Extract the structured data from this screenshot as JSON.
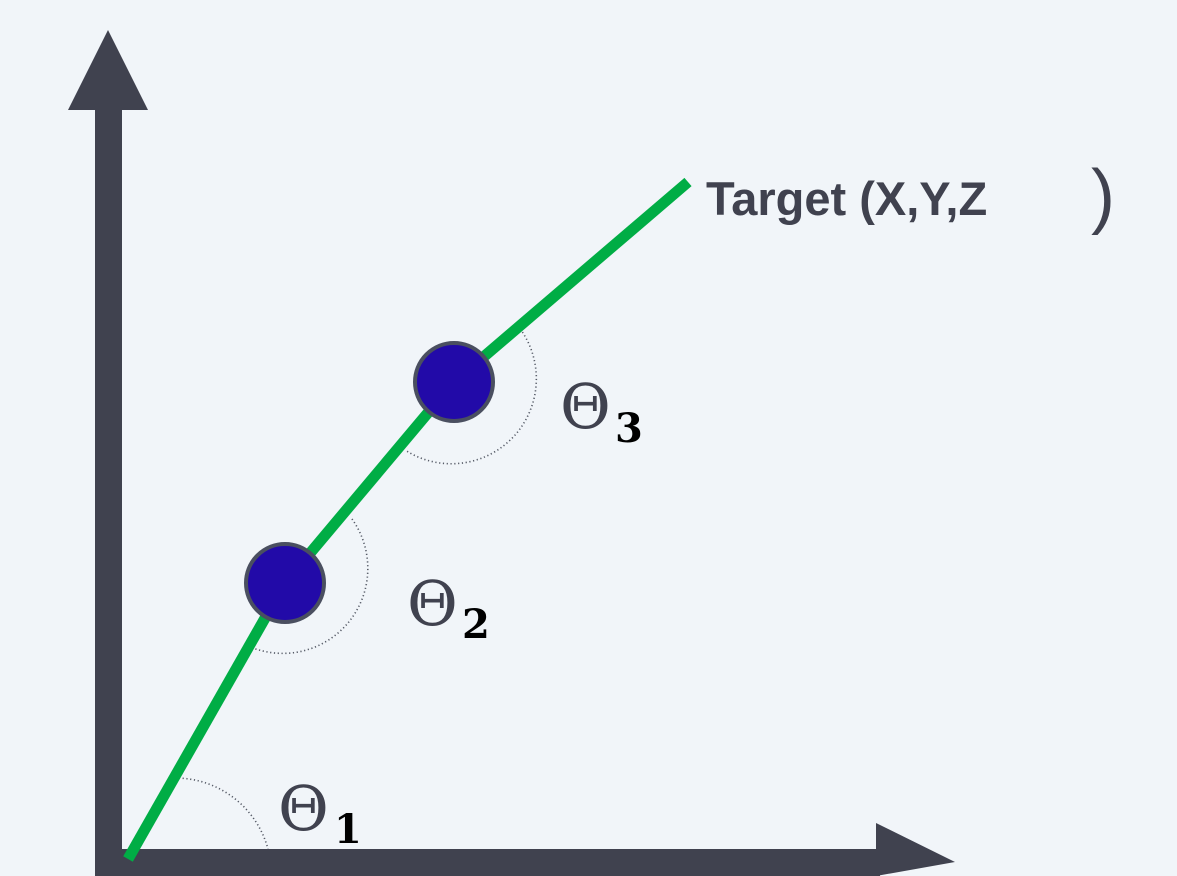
{
  "diagram": {
    "target_text": "Target (X,Y,Z",
    "target_close": ")",
    "angles": [
      {
        "symbol": "Θ",
        "subscript": "1"
      },
      {
        "symbol": "Θ",
        "subscript": "2"
      },
      {
        "symbol": "Θ",
        "subscript": "3"
      }
    ]
  },
  "colors": {
    "background": "#f1f5f9",
    "axes": "#40424f",
    "arm": "#00ad45",
    "joint_fill": "#220aa8",
    "joint_stroke": "#4a4f60",
    "subscript": "#000000"
  }
}
